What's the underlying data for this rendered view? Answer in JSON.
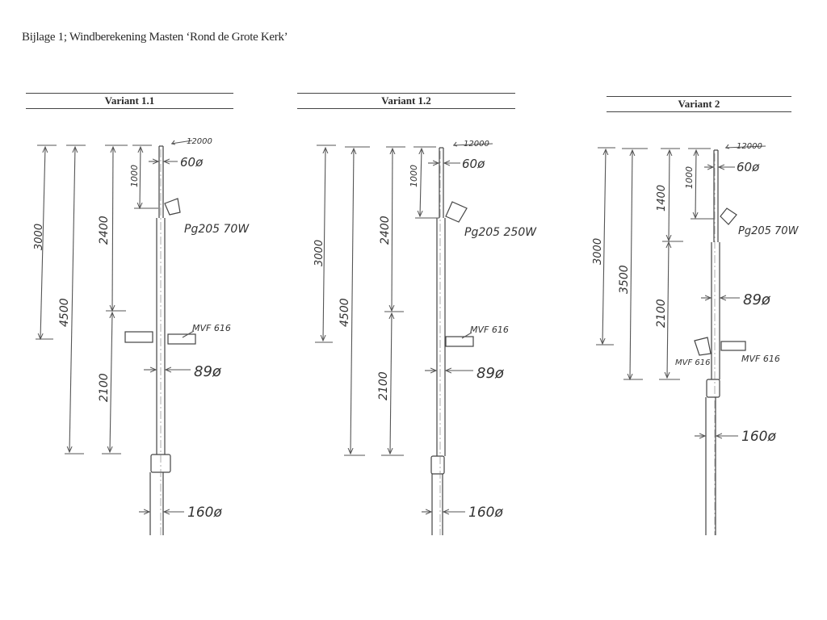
{
  "title": "Bijlage 1; Windberekening Masten ‘Rond de Grote Kerk’",
  "variants": [
    {
      "name": "Variant 1.1",
      "top_elevation": "12000",
      "dimensions": [
        "3000",
        "4500",
        "2400",
        "2100",
        "1000"
      ],
      "diameters": {
        "top": "60ø",
        "middle": "89ø",
        "bottom": "160ø"
      },
      "fixtures": {
        "top": "Pg205 70W",
        "side": "MVF 616"
      }
    },
    {
      "name": "Variant 1.2",
      "top_elevation": "12000",
      "dimensions": [
        "3000",
        "4500",
        "2400",
        "2100",
        "1000"
      ],
      "diameters": {
        "top": "60ø",
        "middle": "89ø",
        "bottom": "160ø"
      },
      "fixtures": {
        "top": "Pg205 250W",
        "side": "MVF 616"
      }
    },
    {
      "name": "Variant 2",
      "top_elevation": "12000",
      "dimensions": [
        "3000",
        "3500",
        "1400",
        "2100",
        "1000"
      ],
      "diameters": {
        "top": "60ø",
        "middle": "89ø",
        "bottom": "160ø"
      },
      "fixtures": {
        "top": "Pg205 70W",
        "side_left": "MVF 616",
        "side_right": "MVF 616"
      }
    }
  ]
}
